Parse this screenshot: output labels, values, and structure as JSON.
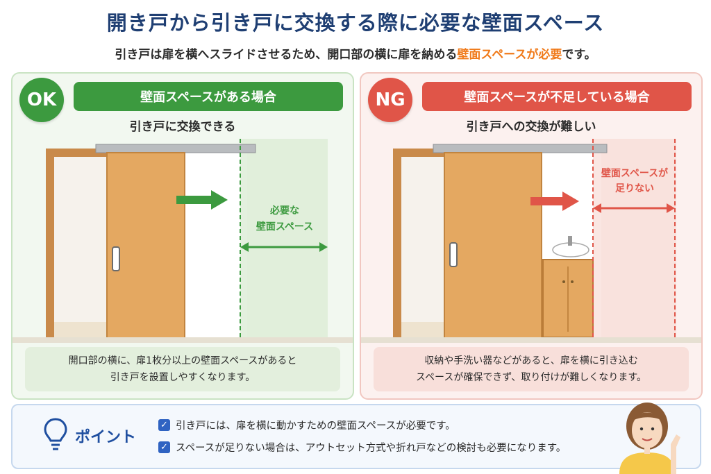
{
  "header": {
    "title": "開き戸から引き戸に交換する際に必要な壁面スペース",
    "subtitle_pre": "引き戸は扉を横へスライドさせるため、開口部の横に扉を納める",
    "subtitle_highlight": "壁面スペースが必要",
    "subtitle_post": "です。"
  },
  "ok_panel": {
    "badge": "OK",
    "banner": "壁面スペースがある場合",
    "heading": "引き戸に交換できる",
    "label_line1": "必要な",
    "label_line2": "壁面スペース",
    "note_line1": "開口部の横に、扉1枚分以上の壁面スペースがあると",
    "note_line2": "引き戸を設置しやすくなります。"
  },
  "ng_panel": {
    "badge": "NG",
    "banner": "壁面スペースが不足している場合",
    "heading": "引き戸への交換が難しい",
    "label_line1": "壁面スペースが",
    "label_line2": "足りない",
    "note_line1": "収納や手洗い器などがあると、扉を横に引き込む",
    "note_line2": "スペースが確保できず、取り付けが難しくなります。"
  },
  "point": {
    "label": "ポイント",
    "items": [
      "引き戸には、扉を横に動かすための壁面スペースが必要です。",
      "スペースが足りない場合は、アウトセット方式や折れ戸などの検討も必要になります。"
    ]
  },
  "colors": {
    "ok_green": "#3c9a3f",
    "ng_red": "#e05548",
    "title_navy": "#1f3f73",
    "highlight_orange": "#f07a1a",
    "point_blue": "#1f4fa0"
  },
  "icons": [
    "lightbulb-icon",
    "checkbox-icon",
    "arrow-right-icon",
    "double-arrow-icon"
  ]
}
